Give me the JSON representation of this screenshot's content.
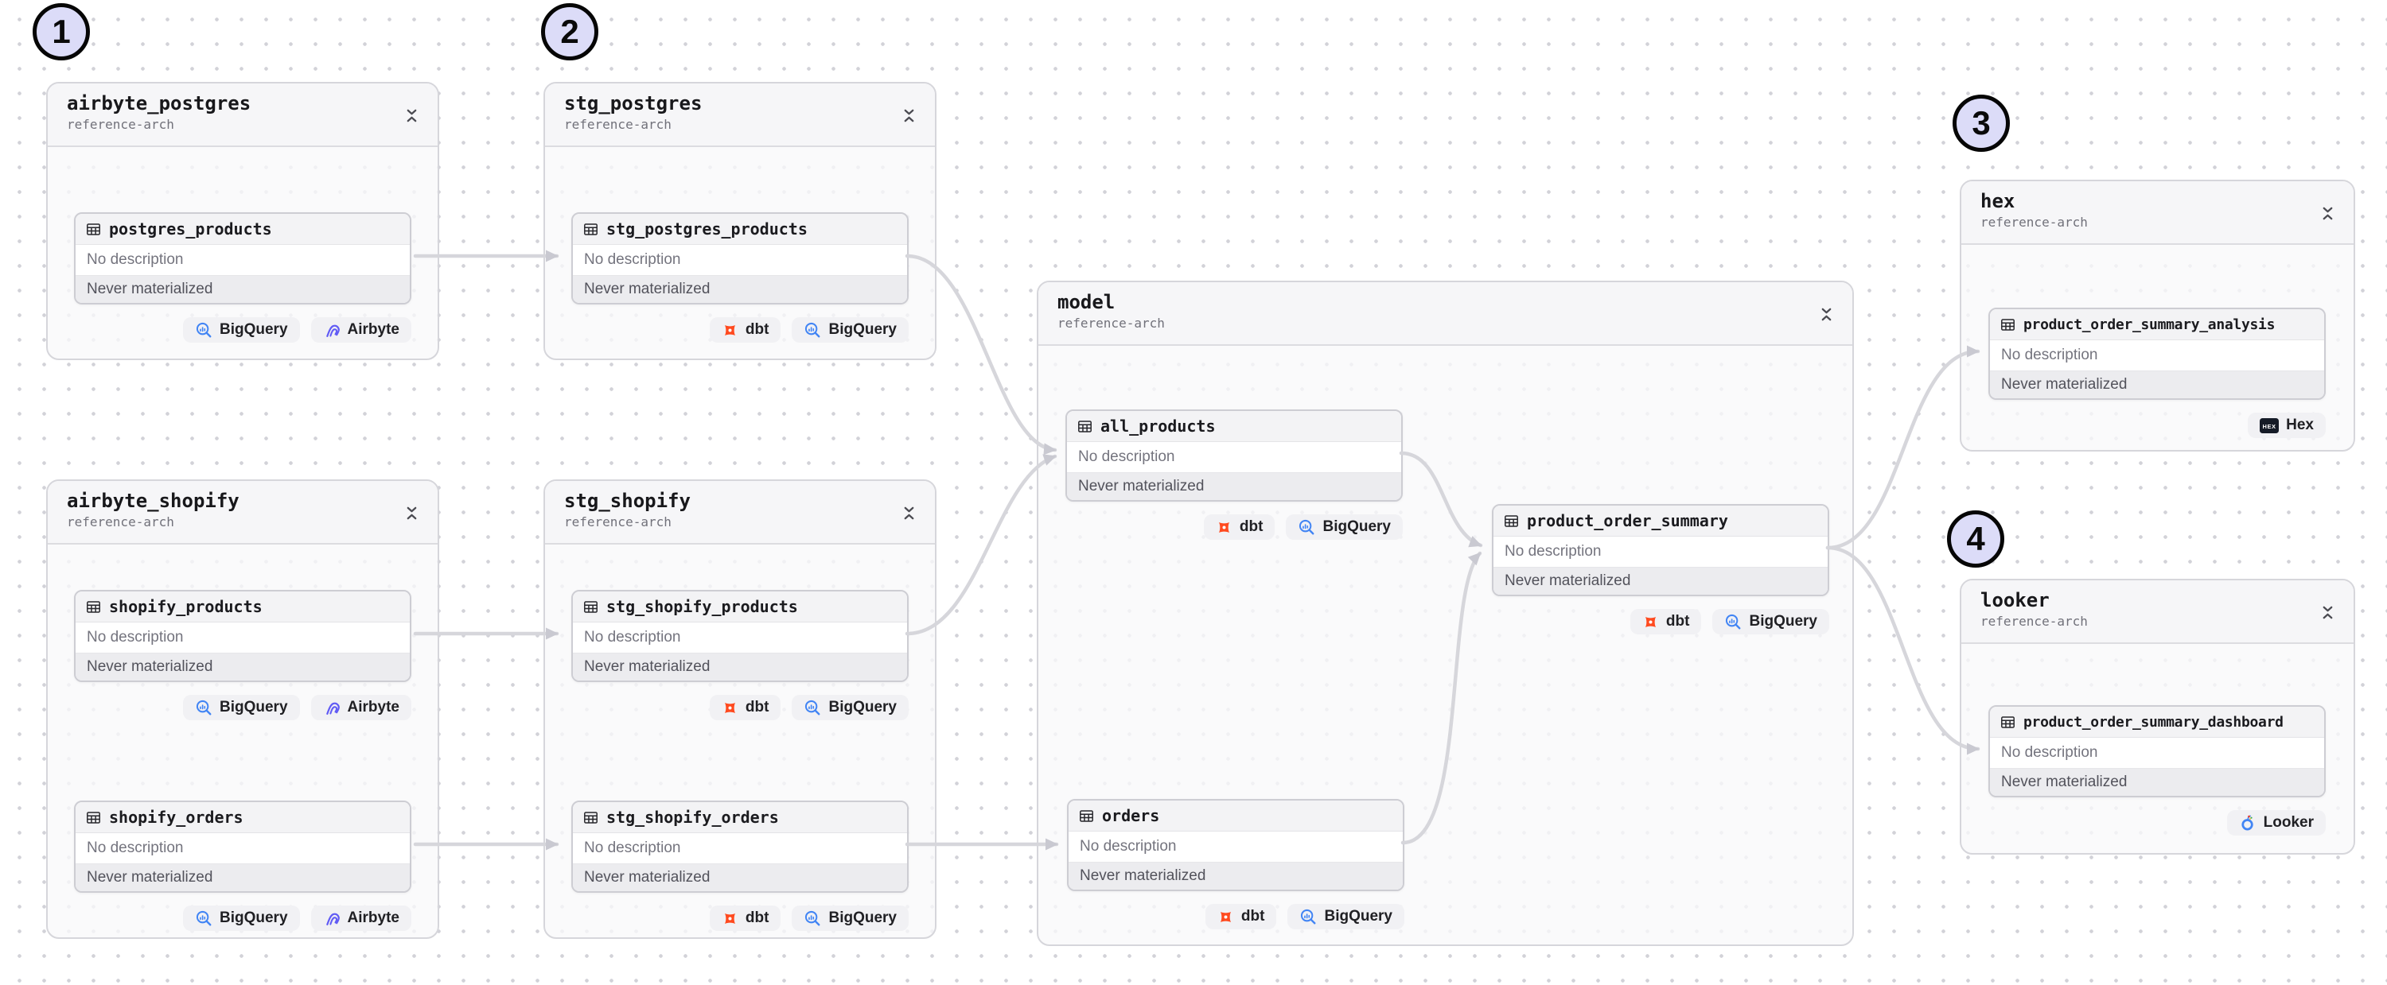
{
  "canvas": {
    "background": "#ffffff",
    "dot_color": "#d2d2d8",
    "edge_color": "#d6d6db",
    "annotation_fill": "#dcdcf8"
  },
  "colors": {
    "dbt": "#ff4a1f",
    "bigquery": "#4285f4",
    "airbyte": "#615bf5",
    "hex": "#151b27",
    "looker": "#4285f4"
  },
  "annotations": [
    {
      "label": "1"
    },
    {
      "label": "2"
    },
    {
      "label": "3"
    },
    {
      "label": "4"
    }
  ],
  "groups": [
    {
      "title": "airbyte_postgres",
      "subtitle": "reference-arch",
      "assets": [
        {
          "name": "postgres_products",
          "description": "No description",
          "status": "Never materialized",
          "badges": [
            {
              "label": "BigQuery",
              "icon": "bigquery-icon"
            },
            {
              "label": "Airbyte",
              "icon": "airbyte-icon"
            }
          ]
        }
      ]
    },
    {
      "title": "stg_postgres",
      "subtitle": "reference-arch",
      "assets": [
        {
          "name": "stg_postgres_products",
          "description": "No description",
          "status": "Never materialized",
          "badges": [
            {
              "label": "dbt",
              "icon": "dbt-icon"
            },
            {
              "label": "BigQuery",
              "icon": "bigquery-icon"
            }
          ]
        }
      ]
    },
    {
      "title": "airbyte_shopify",
      "subtitle": "reference-arch",
      "assets": [
        {
          "name": "shopify_products",
          "description": "No description",
          "status": "Never materialized",
          "badges": [
            {
              "label": "BigQuery",
              "icon": "bigquery-icon"
            },
            {
              "label": "Airbyte",
              "icon": "airbyte-icon"
            }
          ]
        },
        {
          "name": "shopify_orders",
          "description": "No description",
          "status": "Never materialized",
          "badges": [
            {
              "label": "BigQuery",
              "icon": "bigquery-icon"
            },
            {
              "label": "Airbyte",
              "icon": "airbyte-icon"
            }
          ]
        }
      ]
    },
    {
      "title": "stg_shopify",
      "subtitle": "reference-arch",
      "assets": [
        {
          "name": "stg_shopify_products",
          "description": "No description",
          "status": "Never materialized",
          "badges": [
            {
              "label": "dbt",
              "icon": "dbt-icon"
            },
            {
              "label": "BigQuery",
              "icon": "bigquery-icon"
            }
          ]
        },
        {
          "name": "stg_shopify_orders",
          "description": "No description",
          "status": "Never materialized",
          "badges": [
            {
              "label": "dbt",
              "icon": "dbt-icon"
            },
            {
              "label": "BigQuery",
              "icon": "bigquery-icon"
            }
          ]
        }
      ]
    },
    {
      "title": "model",
      "subtitle": "reference-arch",
      "assets": [
        {
          "name": "all_products",
          "description": "No description",
          "status": "Never materialized",
          "badges": [
            {
              "label": "dbt",
              "icon": "dbt-icon"
            },
            {
              "label": "BigQuery",
              "icon": "bigquery-icon"
            }
          ]
        },
        {
          "name": "orders",
          "description": "No description",
          "status": "Never materialized",
          "badges": [
            {
              "label": "dbt",
              "icon": "dbt-icon"
            },
            {
              "label": "BigQuery",
              "icon": "bigquery-icon"
            }
          ]
        },
        {
          "name": "product_order_summary",
          "description": "No description",
          "status": "Never materialized",
          "badges": [
            {
              "label": "dbt",
              "icon": "dbt-icon"
            },
            {
              "label": "BigQuery",
              "icon": "bigquery-icon"
            }
          ]
        }
      ]
    },
    {
      "title": "hex",
      "subtitle": "reference-arch",
      "assets": [
        {
          "name": "product_order_summary_analysis",
          "description": "No description",
          "status": "Never materialized",
          "badges": [
            {
              "label": "Hex",
              "icon": "hex-icon"
            }
          ]
        }
      ]
    },
    {
      "title": "looker",
      "subtitle": "reference-arch",
      "assets": [
        {
          "name": "product_order_summary_dashboard",
          "description": "No description",
          "status": "Never materialized",
          "badges": [
            {
              "label": "Looker",
              "icon": "looker-icon"
            }
          ]
        }
      ]
    }
  ],
  "edges": [
    {
      "from": "postgres_products",
      "to": "stg_postgres_products"
    },
    {
      "from": "shopify_products",
      "to": "stg_shopify_products"
    },
    {
      "from": "shopify_orders",
      "to": "stg_shopify_orders"
    },
    {
      "from": "stg_postgres_products",
      "to": "all_products"
    },
    {
      "from": "stg_shopify_products",
      "to": "all_products"
    },
    {
      "from": "stg_shopify_orders",
      "to": "orders"
    },
    {
      "from": "all_products",
      "to": "product_order_summary"
    },
    {
      "from": "orders",
      "to": "product_order_summary"
    },
    {
      "from": "product_order_summary",
      "to": "product_order_summary_analysis"
    },
    {
      "from": "product_order_summary",
      "to": "product_order_summary_dashboard"
    }
  ]
}
